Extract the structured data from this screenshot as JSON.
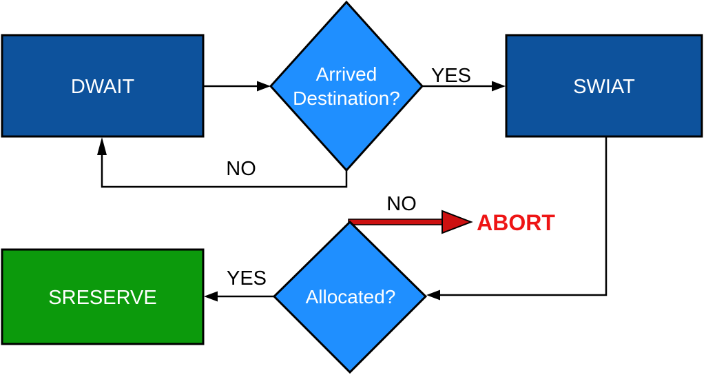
{
  "diagram": {
    "colors": {
      "process_fill": "#0D529C",
      "decision_fill": "#1F8FFF",
      "success_fill": "#0C9A0C",
      "flow_line": "#000000",
      "abort_arrow_fill": "#CC1111",
      "abort_text": "#EE1515",
      "node_text": "#FFFFFF",
      "label_text": "#000000"
    },
    "nodes": {
      "dwait": {
        "label": "DWAIT",
        "shape": "rectangle"
      },
      "swiat": {
        "label": "SWIAT",
        "shape": "rectangle"
      },
      "sreserve": {
        "label": "SRESERVE",
        "shape": "rectangle"
      },
      "arrived": {
        "line1": "Arrived",
        "line2": "Destination?",
        "shape": "diamond"
      },
      "allocated": {
        "label": "Allocated?",
        "shape": "diamond"
      }
    },
    "labels": {
      "arrived_yes": "YES",
      "arrived_no": "NO",
      "allocated_yes": "YES",
      "allocated_no": "NO",
      "abort": "ABORT"
    }
  }
}
